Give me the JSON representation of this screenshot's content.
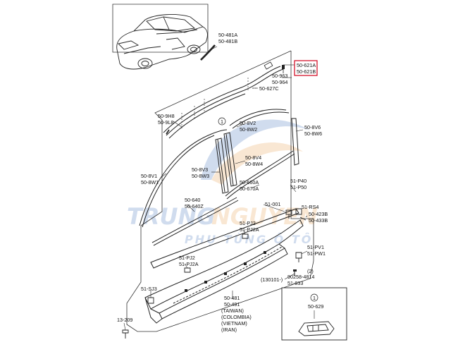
{
  "watermark": {
    "brand": "TRUNGNGUYEN",
    "brand_part1": "TRUNG",
    "brand_part2": "NGUYEN",
    "tagline": "PHỤ TÙNG Ô TÔ",
    "color_blue": "#2f63b4",
    "color_orange": "#e8953a"
  },
  "highlight": {
    "color": "#d0021b",
    "parts": [
      "50-621A",
      "50-621B"
    ]
  },
  "callouts": {
    "main": "1",
    "ref2": "(2)",
    "inset": "1"
  },
  "parts": {
    "p481A": "50-481A",
    "p481B": "50-481B",
    "p963": "50-963",
    "p964": "50-964",
    "p627C": "50-627C",
    "p9H8": "50-9H8",
    "p9L8": "50-9L8",
    "p8V2": "50-8V2",
    "p8W2": "50-8W2",
    "p8V6": "50-8V6",
    "p8W6": "50-8W6",
    "p8V4": "50-8V4",
    "p8W4": "50-8W4",
    "p8V3": "50-8V3",
    "p8W3": "50-8W3",
    "p8V1": "50-8V1",
    "p8W1": "50-8W1",
    "p660A": "50-660A",
    "p670A": "50-670A",
    "pP40": "51-P40",
    "pP50": "51-P50",
    "p640": "50-640",
    "p640Z": "50-640Z",
    "p001": "51-001",
    "pRS4": "51-RS4",
    "p423B": "50-423B",
    "p433B": "50-433B",
    "pPJ2a": "51-PJ2",
    "pPJ2Aa": "51-PJ2A",
    "pPV1": "51-PV1",
    "pPW1": "51-PW1",
    "pPJ2b": "51-PJ2",
    "pPJ2Ab": "51-PJ2A",
    "p90258": "90258-4814",
    "p130101": "(130101-)",
    "p833": "51-833",
    "pSJ3": "51-SJ3",
    "p13209": "13-209",
    "p481": "50-481",
    "p491": "50-491",
    "taiwan": "(TAIWAN)",
    "colombia": "(COLOMBIA)",
    "vietnam": "(VIETNAM)",
    "iran": "(IRAN)",
    "p629": "50-629"
  }
}
